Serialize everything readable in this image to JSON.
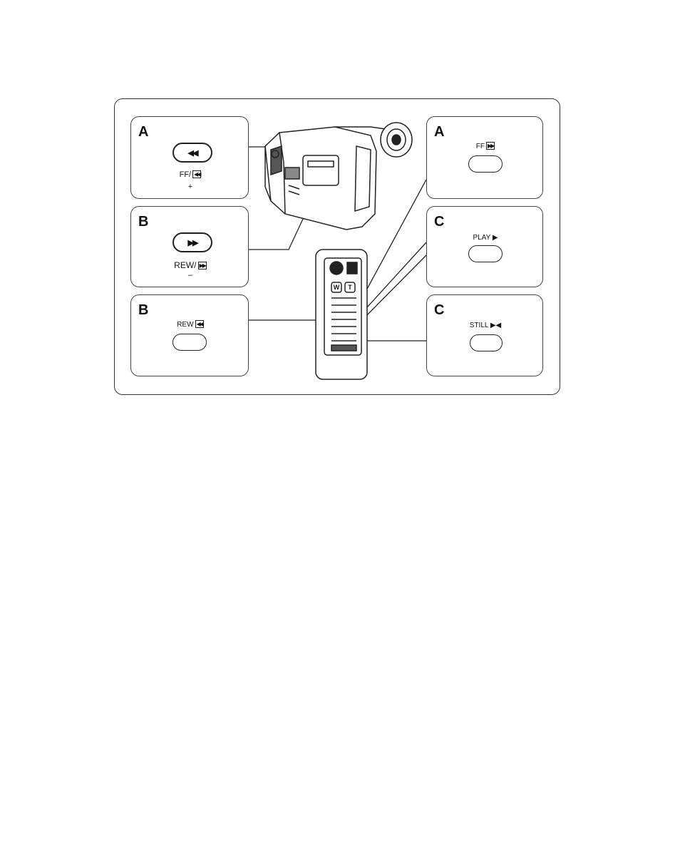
{
  "panels": {
    "left_top": {
      "letter": "A",
      "button_icon": "rewind-icon",
      "label": "FF/",
      "label_icon": "rewind-icon",
      "sub": "+"
    },
    "left_mid": {
      "letter": "B",
      "button_icon": "fast-forward-icon",
      "label": "REW/",
      "label_icon": "fast-forward-icon",
      "sub": "–"
    },
    "left_bot": {
      "letter": "B",
      "label": "REW",
      "label_icon": "rewind-icon"
    },
    "right_top": {
      "letter": "A",
      "label": "FF",
      "label_icon": "fast-forward-icon"
    },
    "right_mid": {
      "letter": "C",
      "label": "PLAY ▶"
    },
    "right_bot": {
      "letter": "C",
      "label": "STILL ▶◀"
    }
  },
  "glyphs": {
    "rew": "◀◀",
    "ff": "▶▶"
  },
  "remote": {
    "w": "W",
    "t": "T"
  }
}
